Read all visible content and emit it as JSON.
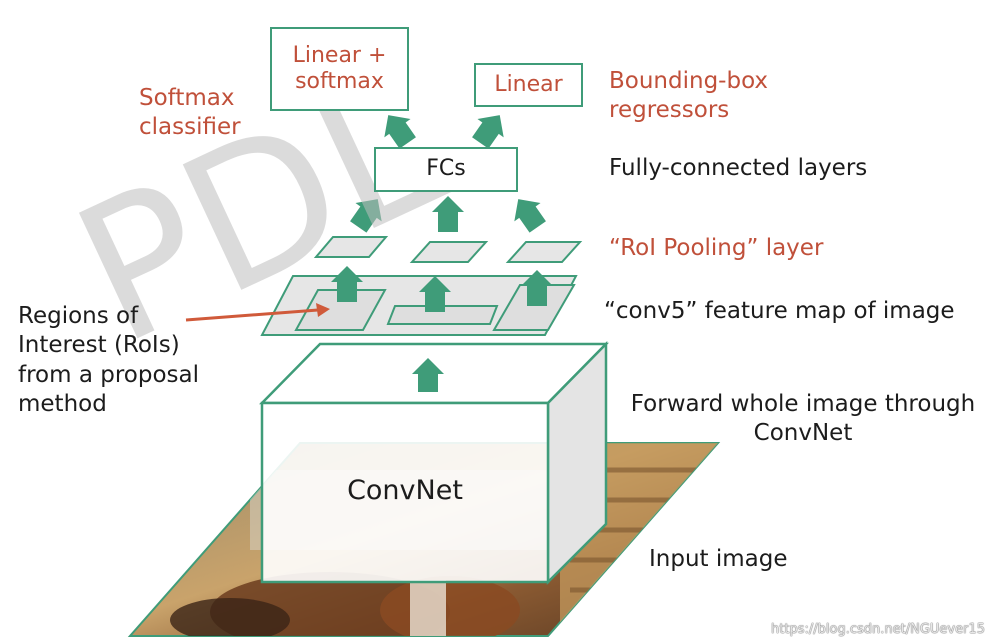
{
  "diagram": {
    "boxes": {
      "linear_softmax": "Linear +\nsoftmax",
      "linear": "Linear",
      "fcs": "FCs",
      "convnet": "ConvNet"
    },
    "labels": {
      "softmax_classifier": "Softmax\nclassifier",
      "bbox_regressors": "Bounding-box\nregressors",
      "fully_connected": "Fully-connected layers",
      "roi_pooling": "“RoI Pooling” layer",
      "conv5": "“conv5” feature map of image",
      "rois": "Regions of\nInterest (RoIs)\nfrom a proposal\nmethod",
      "forward": "Forward whole image through\nConvNet",
      "input_image": "Input image"
    },
    "colors": {
      "accent_green": "#3f9c79",
      "label_red": "#c0503a",
      "text_dark": "#1c1c1c",
      "map_fill": "#e6e6e6"
    }
  },
  "watermark_text": "PDL",
  "source_url": "https://blog.csdn.net/NGUever15"
}
